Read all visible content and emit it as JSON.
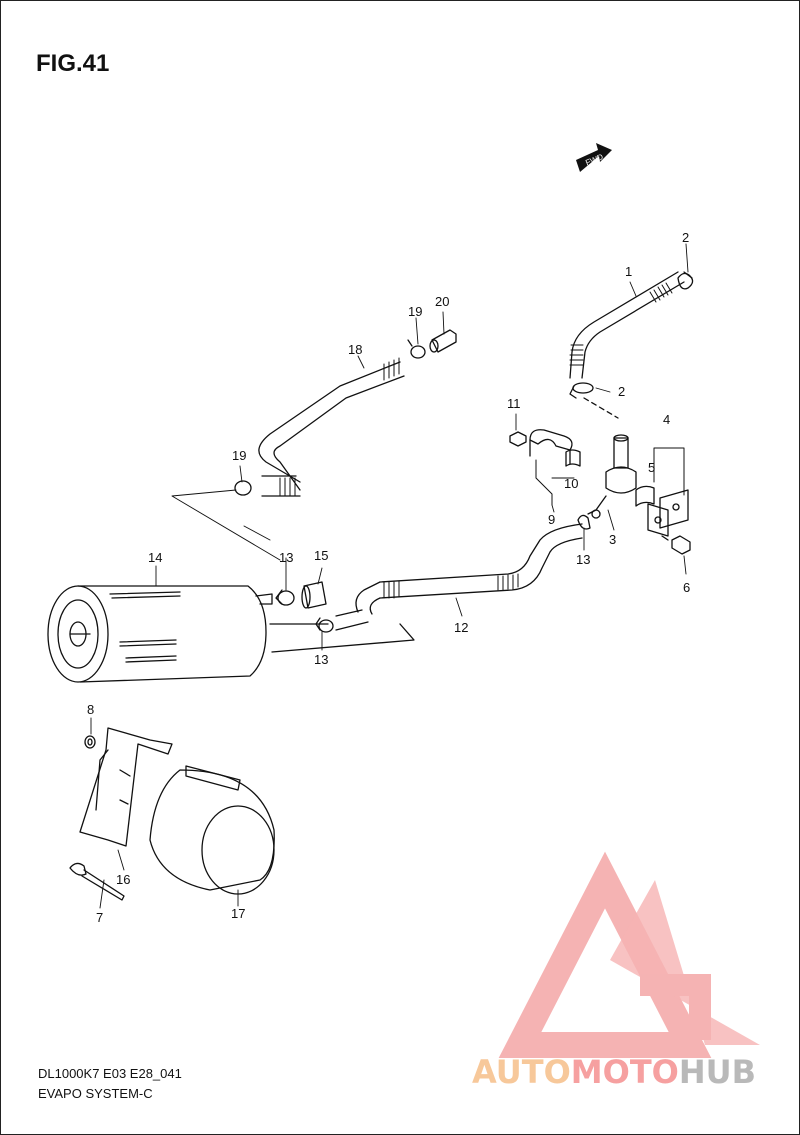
{
  "figure": {
    "title": "FIG.41"
  },
  "fwd_label": "FWD",
  "footer": {
    "model_code": "DL1000K7 E03 E28_041",
    "system_name": "EVAPO SYSTEM-C"
  },
  "watermark": {
    "part1": "AUTO",
    "part2": "MOTO",
    "part3": "HUB"
  },
  "parts": [
    {
      "id": "1"
    },
    {
      "id": "2"
    },
    {
      "id": "2"
    },
    {
      "id": "3"
    },
    {
      "id": "4"
    },
    {
      "id": "5"
    },
    {
      "id": "6"
    },
    {
      "id": "7"
    },
    {
      "id": "8"
    },
    {
      "id": "9"
    },
    {
      "id": "10"
    },
    {
      "id": "11"
    },
    {
      "id": "12"
    },
    {
      "id": "13"
    },
    {
      "id": "13"
    },
    {
      "id": "13"
    },
    {
      "id": "14"
    },
    {
      "id": "15"
    },
    {
      "id": "16"
    },
    {
      "id": "17"
    },
    {
      "id": "18"
    },
    {
      "id": "19"
    },
    {
      "id": "19"
    },
    {
      "id": "20"
    }
  ],
  "colors": {
    "line": "#111111",
    "wm_red": "#f29a9a",
    "wm_orange": "#f7c89a",
    "wm_gray": "#b9b9b9"
  }
}
